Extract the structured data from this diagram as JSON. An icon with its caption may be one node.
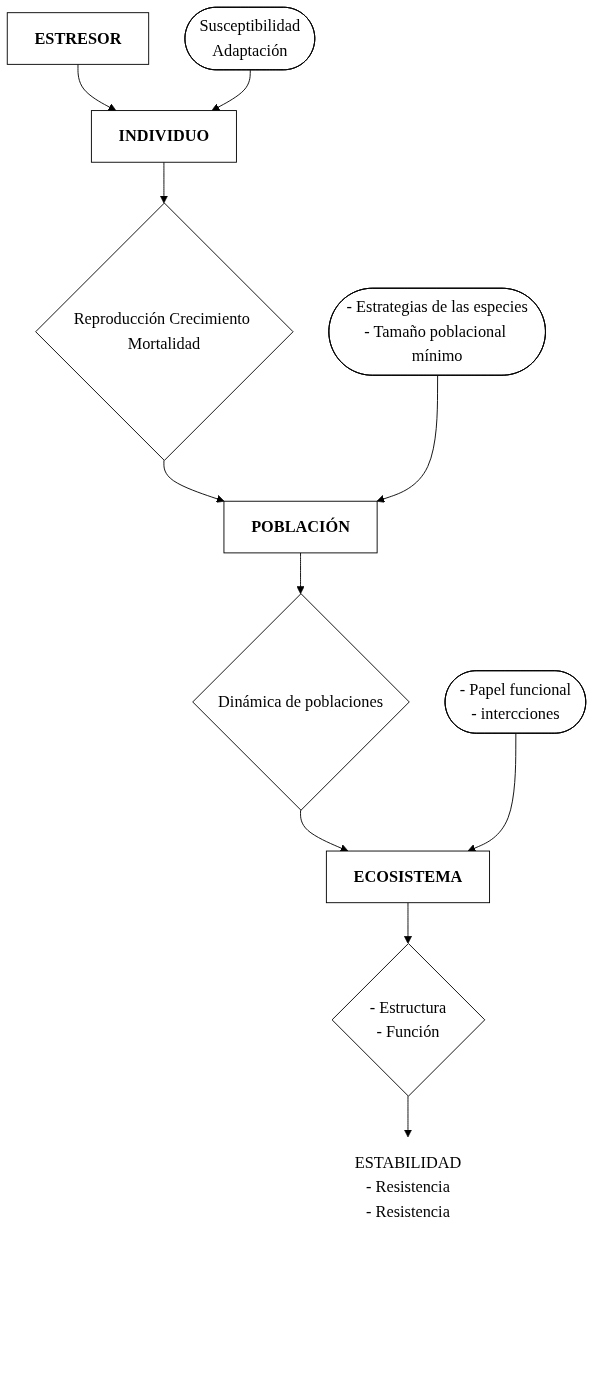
{
  "diagram": {
    "nodes": [
      {
        "text": [
          "ESTRESOR"
        ]
      },
      {
        "text": [
          "Susceptibilidad",
          "Adaptación"
        ]
      },
      {
        "text": [
          "INDIVIDUO"
        ]
      },
      {
        "text": [
          "Reproducción Crecimiento Mortalidad"
        ]
      },
      {
        "text": [
          "- Estrategias de las especies",
          "- Tamaño poblacional mínimo"
        ]
      },
      {
        "text": [
          "POBLACIÓN"
        ]
      },
      {
        "text": [
          "Dinámica de poblaciones"
        ]
      },
      {
        "text": [
          "- Papel funcional",
          "- intercciones"
        ]
      },
      {
        "text": [
          "ECOSISTEMA"
        ]
      },
      {
        "text": [
          "- Estructura",
          "- Función"
        ]
      },
      {
        "text": [
          "ESTABILIDAD",
          "- Resistencia",
          "- Resistencia"
        ]
      }
    ],
    "edges": [
      {
        "from": 0,
        "to": 2,
        "arrow": "to"
      },
      {
        "from": 1,
        "to": 2,
        "arrow": "to"
      },
      {
        "from": 2,
        "to": 3,
        "arrow": "to"
      },
      {
        "from": 3,
        "to": 5,
        "arrow": "to"
      },
      {
        "from": 4,
        "to": 5,
        "arrow": "to"
      },
      {
        "from": 5,
        "to": 6,
        "arrow": "to"
      },
      {
        "from": 6,
        "to": 8,
        "arrow": "to"
      },
      {
        "from": 7,
        "to": 8,
        "arrow": "to"
      },
      {
        "from": 8,
        "to": 9,
        "arrow": "to"
      },
      {
        "from": 9,
        "to": 10,
        "arrow": "to"
      }
    ]
  }
}
